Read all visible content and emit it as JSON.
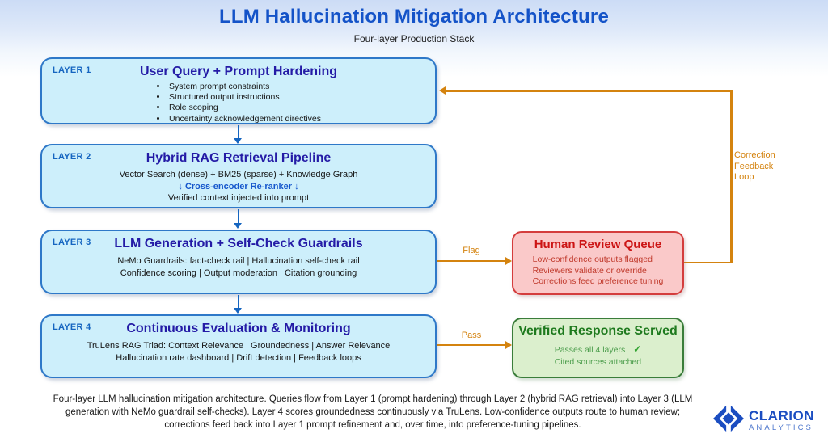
{
  "header": {
    "title": "LLM Hallucination Mitigation Architecture",
    "subtitle": "Four-layer Production Stack"
  },
  "layers": [
    {
      "badge": "LAYER 1",
      "title": "User Query + Prompt Hardening",
      "bullets": [
        "System prompt constraints",
        "Structured output instructions",
        "Role scoping",
        "Uncertainty acknowledgement directives"
      ]
    },
    {
      "badge": "LAYER 2",
      "title": "Hybrid RAG Retrieval Pipeline",
      "line1": "Vector Search (dense) + BM25 (sparse) + Knowledge Graph",
      "line2": "↓   Cross-encoder Re-ranker   ↓",
      "line3": "Verified context injected into prompt"
    },
    {
      "badge": "LAYER 3",
      "title": "LLM Generation + Self-Check Guardrails",
      "line1": "NeMo Guardrails: fact-check rail | Hallucination self-check rail",
      "line2": "Confidence scoring | Output moderation | Citation grounding"
    },
    {
      "badge": "LAYER 4",
      "title": "Continuous Evaluation & Monitoring",
      "line1": "TruLens RAG Triad: Context Relevance | Groundedness | Answer Relevance",
      "line2": "Hallucination rate dashboard | Drift detection | Feedback loops"
    }
  ],
  "edges": {
    "flag_label": "Flag",
    "pass_label": "Pass",
    "feedback_label": "Correction Feedback Loop"
  },
  "review_queue": {
    "title": "Human Review Queue",
    "lines": [
      "Low-confidence outputs flagged",
      "Reviewers validate or override",
      "Corrections feed preference tuning"
    ]
  },
  "verified": {
    "title": "Verified Response Served",
    "line1": "Passes all 4 layers",
    "check_icon": "✓",
    "line2": "Cited sources attached"
  },
  "caption": "Four-layer LLM hallucination mitigation architecture. Queries flow from Layer 1 (prompt hardening) through Layer 2 (hybrid RAG retrieval) into Layer 3 (LLM generation with NeMo guardrail self-checks). Layer 4 scores groundedness continuously via TruLens. Low-confidence outputs route to human review; corrections feed back into Layer 1 prompt refinement and, over time, into preference-tuning pipelines.",
  "logo": {
    "name": "CLARION",
    "sub": "ANALYTICS"
  },
  "colors": {
    "title_blue": "#1453c8",
    "layer_title": "#241ba6",
    "layer_badge": "#1565c0",
    "layer_fill": "#cdeffb",
    "layer_border": "#2e78c8",
    "connector_blue": "#1565c0",
    "edge_orange": "#d4830f",
    "review_fill": "#fac9c9",
    "review_border": "#d43d3d",
    "review_title": "#cc1414",
    "review_text": "#c0392b",
    "verified_fill": "#dbefcd",
    "verified_border": "#3a7d3a",
    "verified_title": "#1e7a1e",
    "verified_text": "#4d9e4d",
    "check_green": "#2ea22e",
    "logo_blue": "#1b4dc1"
  }
}
